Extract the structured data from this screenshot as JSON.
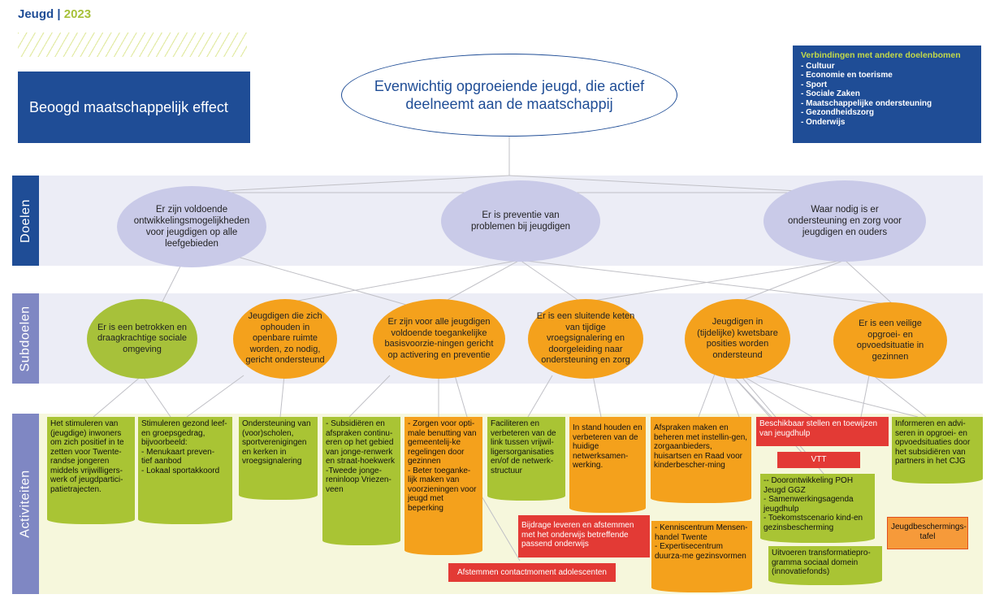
{
  "header": {
    "label": "Jeugd",
    "separator": "|",
    "year": "2023"
  },
  "effect_box": {
    "label": "Beoogd maatschappelijk effect"
  },
  "main_effect": {
    "text": "Evenwichtig opgroeiende jeugd, die actief deelneemt aan de maatschappij"
  },
  "legend": {
    "title": "Verbindingen met andere doelenbomen",
    "items": [
      "- Cultuur",
      "- Economie en toerisme",
      "- Sport",
      "- Sociale Zaken",
      "- Maatschappelijke ondersteuning",
      "- Gezondheidszorg",
      "- Onderwijs"
    ]
  },
  "bands": {
    "doelen": "Doelen",
    "subdoelen": "Subdoelen",
    "activiteiten": "Activiteiten"
  },
  "goals": [
    "Er zijn voldoende ontwikkelingsmogelijkheden voor jeugdigen op alle leefgebieden",
    "Er is preventie van problemen bij jeugdigen",
    "Waar nodig is er ondersteuning en zorg voor jeugdigen en ouders"
  ],
  "subgoals": [
    "Er is een betrokken en draagkrachtige sociale omgeving",
    "Jeugdigen die zich ophouden in openbare ruimte worden, zo nodig, gericht ondersteund",
    "Er zijn voor alle jeugdigen voldoende toegankelijke basisvoorzie-ningen gericht op activering en preventie",
    "Er is een sluitende keten van tijdige vroegsignalering en doorgeleiding naar ondersteuning en zorg",
    "Jeugdigen in (tijdelijke) kwetsbare posities worden ondersteund",
    "Er is een veilige opgroei- en opvoedsituatie in gezinnen"
  ],
  "activities": [
    "Het stimuleren van (jeugdige) inwoners om zich positief in te zetten voor Twente-randse jongeren middels vrijwilligers-werk of jeugdpartici-patietrajecten.",
    "Stimuleren gezond leef- en groepsgedrag, bijvoorbeeld:\n-   Menukaart preven-\n    tief aanbod\n-   Lokaal sportakkoord",
    "Ondersteuning van (voor)scholen, sportverenigingen en kerken in vroegsignalering",
    "- Subsidiëren en afspraken continu-eren op het gebied van jonge-renwerk en straat-hoekwerk\n-Tweede jonge-reninloop Vriezen-veen",
    "- Zorgen voor opti-male benutting van gemeentelij-ke regelingen door gezinnen\n- Beter toeganke-lijk maken van voorzieningen voor jeugd met beperking",
    "Faciliteren en verbeteren van de link tussen vrijwil-ligersorganisaties en/of de netwerk-structuur",
    "In stand houden en verbeteren van de huidige netwerksamen-werking.",
    "Afspraken maken en beheren met instellin-gen, zorgaanbieders, huisartsen en Raad voor kinderbescher-ming",
    "Beschikbaar stellen en toewijzen van jeugdhulp",
    "VTT",
    "Informeren en advi-seren in opgroei- en opvoedsituaties door het subsidiëren van partners in het CJG",
    "-- Doorontwikkeling POH Jeugd GGZ\n- Samenwerkingsagenda jeugdhulp\n- Toekomstscenario kind-en gezinsbescherming",
    "Bijdrage leveren en afstemmen met het onderwijs betreffende passend onderwijs",
    "- Kenniscentrum Mensen-handel Twente\n- Expertisecentrum duurza-me gezinsvormen",
    "Jeugdbeschermings-tafel",
    "Uitvoeren transformatiepro-gramma sociaal domein (innovatiefonds)",
    "Afstemmen contactmoment adolescenten"
  ],
  "colors": {
    "navy": "#1f4d96",
    "lavender": "#c9cae8",
    "green": "#a7c13a",
    "orange": "#f4a11c",
    "red": "#e33a35",
    "band": "#ecedf6"
  }
}
